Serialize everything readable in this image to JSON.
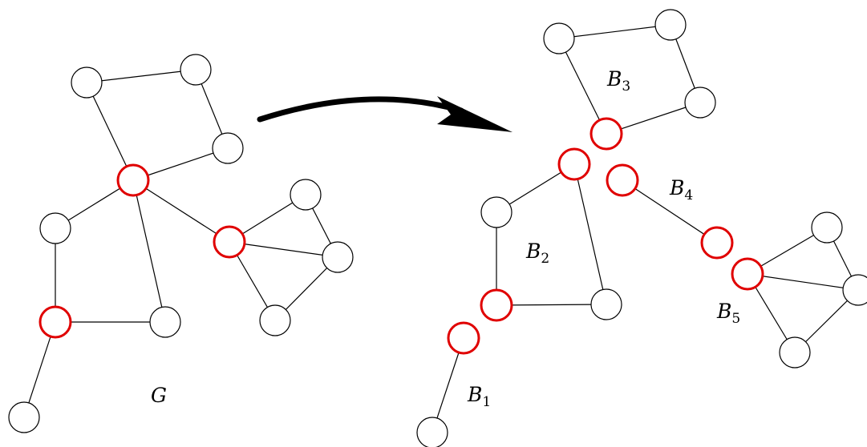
{
  "colors": {
    "cut_vertex": "#e00000",
    "vertex": "#000000",
    "background": "#ffffff"
  },
  "labels": {
    "g": "G",
    "b1_main": "B",
    "b1_sub": "1",
    "b2_main": "B",
    "b2_sub": "2",
    "b3_main": "B",
    "b3_sub": "3",
    "b4_main": "B",
    "b4_sub": "4",
    "b5_main": "B",
    "b5_sub": "5"
  }
}
